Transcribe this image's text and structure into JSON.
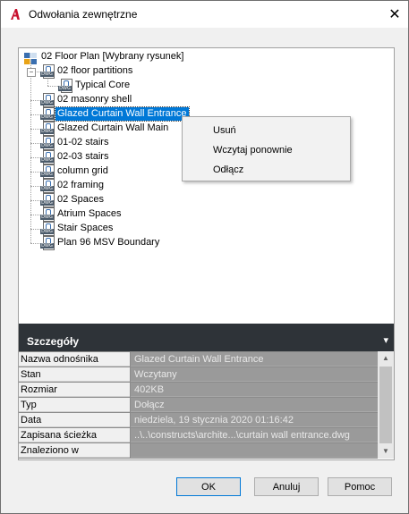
{
  "window": {
    "title": "Odwołania zewnętrzne",
    "close_glyph": "✕",
    "app_icon": "autocad-icon"
  },
  "tree": {
    "root": {
      "label": "02 Floor Plan [Wybrany rysunek]",
      "icon": "drawing-root-icon"
    },
    "items": [
      {
        "label": "02 floor partitions",
        "expanded": true,
        "icon": "dwg-file-icon"
      },
      {
        "label": "Typical Core",
        "child": true,
        "icon": "dwg-file-icon"
      },
      {
        "label": "02 masonry shell",
        "icon": "dwg-file-icon"
      },
      {
        "label": "Glazed Curtain Wall Entrance",
        "selected": true,
        "icon": "dwg-file-icon"
      },
      {
        "label": "Glazed Curtain Wall Main",
        "icon": "dwg-file-icon"
      },
      {
        "label": "01-02 stairs",
        "icon": "dwg-file-icon"
      },
      {
        "label": "02-03 stairs",
        "icon": "dwg-file-icon"
      },
      {
        "label": "column grid",
        "icon": "dwg-file-icon"
      },
      {
        "label": "02 framing",
        "icon": "dwg-file-icon"
      },
      {
        "label": "02 Spaces",
        "icon": "dwg-file-icon"
      },
      {
        "label": "Atrium Spaces",
        "icon": "dwg-file-icon"
      },
      {
        "label": "Stair Spaces",
        "icon": "dwg-file-icon"
      },
      {
        "label": "Plan 96 MSV Boundary",
        "icon": "dwg-file-icon"
      }
    ],
    "dwg_tag": "DWG",
    "expander_glyph": "−"
  },
  "context_menu": {
    "items": [
      "Usuń",
      "Wczytaj ponownie",
      "Odłącz"
    ]
  },
  "details": {
    "header": "Szczegóły",
    "chevron": "▾",
    "rows": [
      {
        "key": "Nazwa odnośnika",
        "value": "Glazed Curtain Wall Entrance"
      },
      {
        "key": "Stan",
        "value": "Wczytany"
      },
      {
        "key": "Rozmiar",
        "value": "402KB"
      },
      {
        "key": "Typ",
        "value": "Dołącz"
      },
      {
        "key": "Data",
        "value": "niedziela, 19 stycznia 2020  01:16:42"
      },
      {
        "key": "Zapisana ścieżka",
        "value": "..\\..\\constructs\\archite...\\curtain wall entrance.dwg"
      },
      {
        "key": "Znaleziono w",
        "value": ""
      }
    ],
    "scroll_up": "▲",
    "scroll_down": "▼"
  },
  "buttons": {
    "ok": "OK",
    "cancel": "Anuluj",
    "help": "Pomoc"
  },
  "colors": {
    "selection": "#0078d7",
    "details_header_bg": "#2e3338",
    "accent_red": "#c8102e"
  }
}
